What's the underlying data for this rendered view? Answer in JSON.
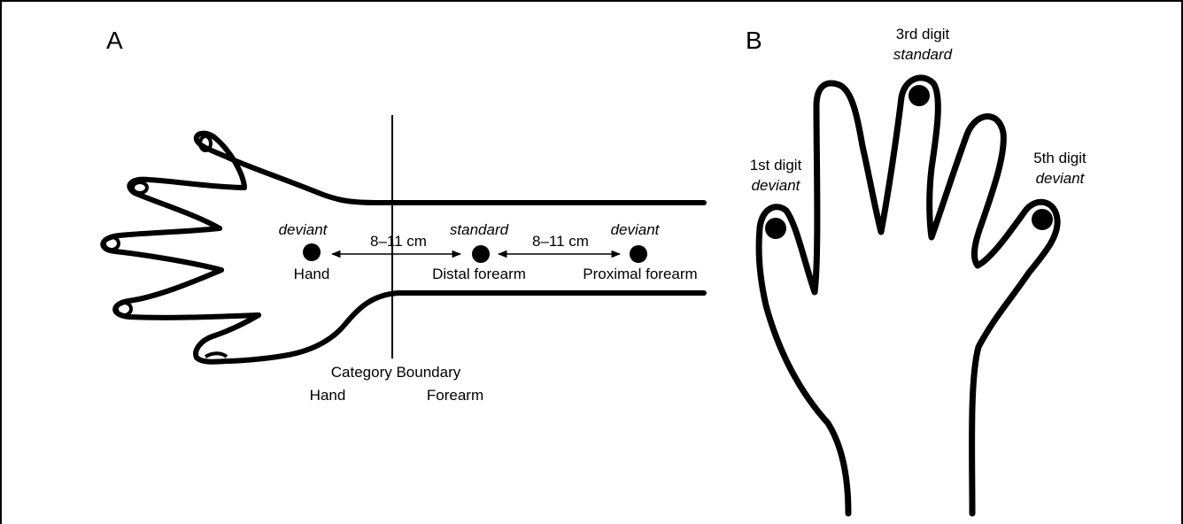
{
  "panel_a": {
    "label": "A",
    "deviant_left": {
      "condition": "deviant",
      "name": "Hand"
    },
    "standard": {
      "condition": "standard",
      "name": "Distal forearm"
    },
    "deviant_right": {
      "condition": "deviant",
      "name": "Proximal forearm"
    },
    "distance_left": "8–11 cm",
    "distance_right": "8–11 cm",
    "boundary": {
      "title": "Category Boundary",
      "left_side": "Hand",
      "right_side": "Forearm"
    }
  },
  "panel_b": {
    "label": "B",
    "digit_1": {
      "name": "1st digit",
      "condition": "deviant"
    },
    "digit_3": {
      "name": "3rd digit",
      "condition": "standard"
    },
    "digit_5": {
      "name": "5th digit",
      "condition": "deviant"
    }
  },
  "colors": {
    "line": "#000000",
    "background": "#ffffff"
  }
}
